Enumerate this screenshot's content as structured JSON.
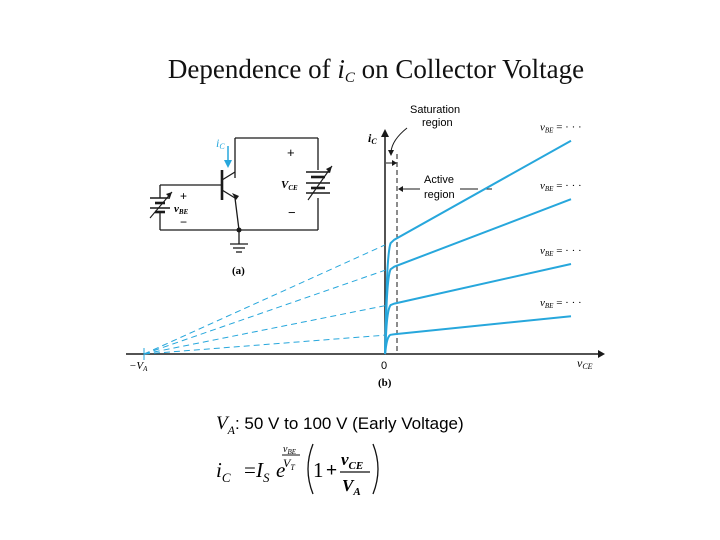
{
  "title": {
    "prefix": "Dependence of ",
    "var": "i",
    "sub": "C",
    "suffix": " on Collector Voltage"
  },
  "circuit": {
    "caption": "(a)",
    "labels": {
      "ic": "i",
      "ic_sub": "C",
      "vbe": "v",
      "vbe_sub": "BE",
      "vce": "V",
      "vce_sub": "CE",
      "plus": "+",
      "minus": "−"
    }
  },
  "graph": {
    "caption": "(b)",
    "y_axis_label": "i",
    "y_axis_sub": "C",
    "x_axis_label": "v",
    "x_axis_sub": "CE",
    "origin_label": "0",
    "early_label": "−V",
    "early_sub": "A",
    "saturation_label": [
      "Saturation",
      "region"
    ],
    "active_label": [
      "Active",
      "region"
    ],
    "curve_labels": [
      "v",
      "v",
      "v",
      "v"
    ],
    "curve_label_sub": "BE",
    "curve_label_suffix": " = · · ·",
    "colors": {
      "curve": "#27a7dc",
      "axis": "#1a1a1a"
    }
  },
  "chart_data": {
    "type": "line",
    "title": "",
    "xlabel": "vCE",
    "ylabel": "iC",
    "series": [
      {
        "name": "vBE = · · ·",
        "active_points": [
          [
            0.5,
            0.22
          ],
          [
            10,
            0.42
          ]
        ]
      },
      {
        "name": "vBE = · · ·",
        "active_points": [
          [
            0.5,
            0.56
          ],
          [
            10,
            1.0
          ]
        ]
      },
      {
        "name": "vBE = · · ·",
        "active_points": [
          [
            0.5,
            0.97
          ],
          [
            10,
            1.72
          ]
        ]
      },
      {
        "name": "vBE = · · ·",
        "active_points": [
          [
            0.5,
            1.27
          ],
          [
            10,
            2.37
          ]
        ]
      }
    ],
    "early_voltage_intercept": "−VA",
    "grid": false
  },
  "equations": {
    "va_line": {
      "var": "V",
      "sub": "A",
      "text": ":  50 V to 100 V (Early Voltage)"
    },
    "ic_line": {
      "lhs": "i",
      "lhs_sub": "C",
      "eq": "=",
      "is": "I",
      "is_sub": "S",
      "e": "e",
      "exp_num": "v",
      "exp_num_sub": "BE",
      "exp_den": "V",
      "exp_den_sub": "T",
      "one": "1",
      "plus": "+",
      "frac_num": "v",
      "frac_num_sub": "CE",
      "frac_den": "V",
      "frac_den_sub": "A"
    }
  }
}
